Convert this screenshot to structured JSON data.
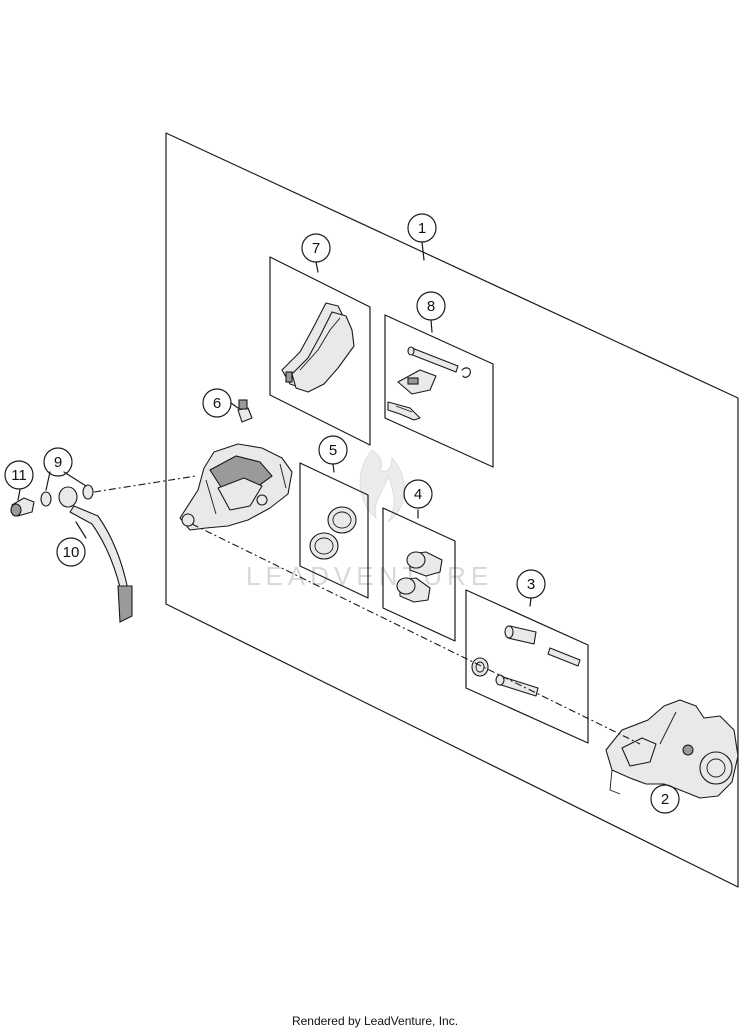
{
  "footer": {
    "text": "Rendered by LeadVenture, Inc."
  },
  "watermark": {
    "text": "LEADVENTURE"
  },
  "callouts": [
    {
      "id": "1",
      "label": "1"
    },
    {
      "id": "2",
      "label": "2"
    },
    {
      "id": "3",
      "label": "3"
    },
    {
      "id": "4",
      "label": "4"
    },
    {
      "id": "5",
      "label": "5"
    },
    {
      "id": "6",
      "label": "6"
    },
    {
      "id": "7",
      "label": "7"
    },
    {
      "id": "8",
      "label": "8"
    },
    {
      "id": "9",
      "label": "9"
    },
    {
      "id": "10",
      "label": "10"
    },
    {
      "id": "11",
      "label": "11"
    }
  ],
  "colors": {
    "line": "#1a1a1a",
    "part_fill": "#e9e9e9",
    "shade": "#9a9a9a",
    "background": "#ffffff"
  }
}
